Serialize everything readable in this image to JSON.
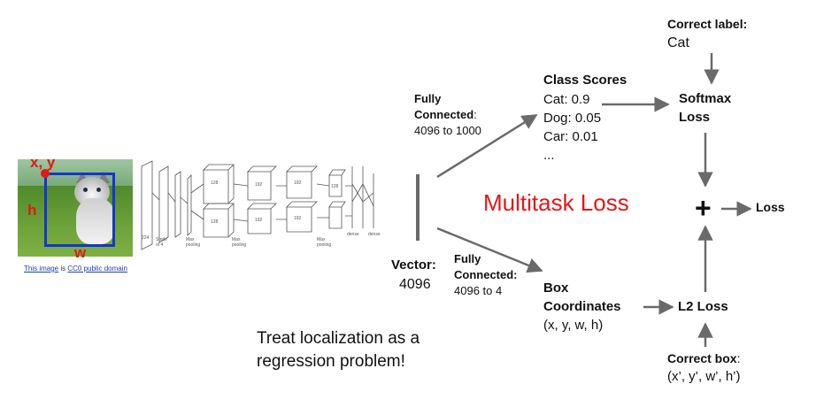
{
  "image": {
    "corner_label": "x, y",
    "height_label": "h",
    "width_label": "w",
    "credit": {
      "link1": "This image",
      "middle": " is ",
      "link2": "CC0 public domain"
    }
  },
  "fc_top": {
    "title_line1": "Fully",
    "title_line2": "Connected",
    "suffix": ":",
    "dims": "4096 to 1000"
  },
  "fc_bottom": {
    "title_line1": "Fully",
    "title_line2": "Connected:",
    "dims": "4096 to 4"
  },
  "vector": {
    "label": "Vector:",
    "value": "4096"
  },
  "class_scores": {
    "title": "Class Scores",
    "rows": [
      "Cat: 0.9",
      "Dog: 0.05",
      "Car: 0.01",
      "..."
    ]
  },
  "box_coords": {
    "line1": "Box",
    "line2": "Coordinates",
    "line3": "(x, y, w, h)"
  },
  "softmax": {
    "line1": "Softmax",
    "line2": "Loss"
  },
  "correct_label": {
    "title": "Correct label:",
    "value": "Cat"
  },
  "l2": {
    "label": "L2 Loss"
  },
  "correct_box": {
    "title": "Correct box",
    "suffix": ":",
    "value": "(x’, y’, w’, h’)"
  },
  "multitask": "Multitask Loss",
  "plus": "+",
  "loss": "Loss",
  "tagline": {
    "line1": "Treat localization as a",
    "line2": "regression problem!"
  },
  "colors": {
    "red": "#e01919",
    "blue": "#1533d6",
    "arrow": "#6a6a6a"
  }
}
